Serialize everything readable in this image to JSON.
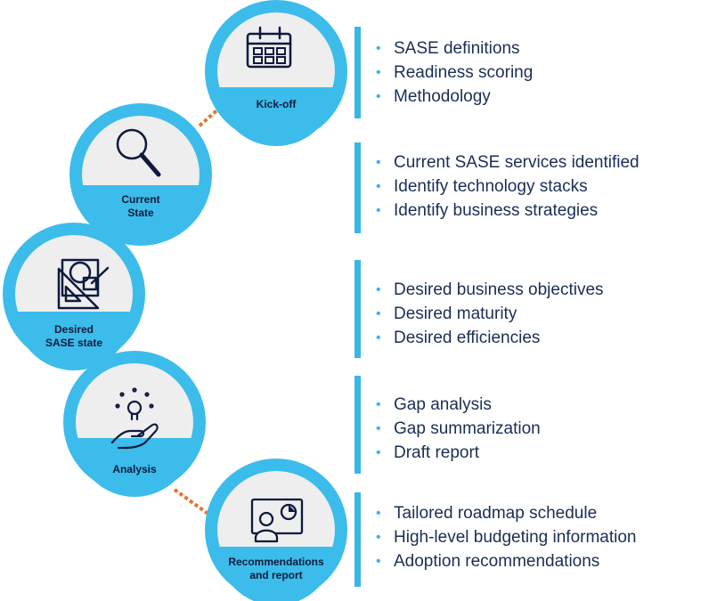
{
  "colors": {
    "circle": "#3cbcea",
    "inner": "#eeeeef",
    "icon": "#0d1a3d",
    "text": "#1a2e55",
    "bar": "#38b6e6",
    "connector": "#e8742a"
  },
  "stages": [
    {
      "label": "Kick-off",
      "icon": "calendar-icon",
      "items": [
        "SASE definitions",
        "Readiness scoring",
        "Methodology"
      ]
    },
    {
      "label": "Current\nState",
      "icon": "magnifier-icon",
      "items": [
        "Current SASE services identified",
        "Identify technology stacks",
        "Identify business strategies"
      ]
    },
    {
      "label": "Desired\nSASE state",
      "icon": "design-tools-icon",
      "items": [
        "Desired business objectives",
        "Desired maturity",
        "Desired efficiencies"
      ]
    },
    {
      "label": "Analysis",
      "icon": "idea-hand-icon",
      "items": [
        "Gap analysis",
        "Gap summarization",
        "Draft report"
      ]
    },
    {
      "label": "Recommendations\nand report",
      "icon": "presentation-icon",
      "items": [
        "Tailored roadmap schedule",
        "High-level budgeting information",
        "Adoption recommendations"
      ]
    }
  ]
}
